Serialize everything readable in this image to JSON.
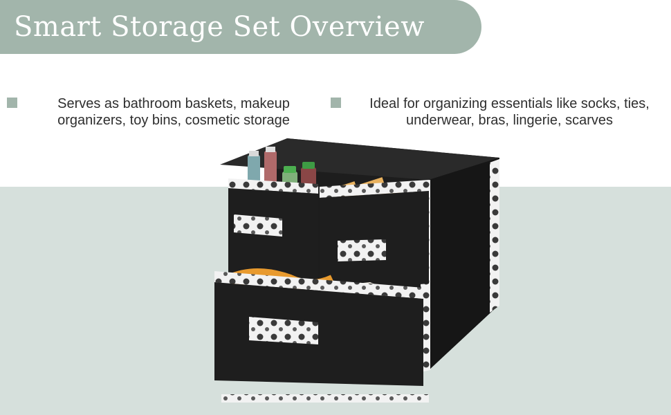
{
  "header": {
    "title": "Smart Storage Set Overview"
  },
  "features": [
    {
      "text": "Serves as bathroom baskets, makeup organizers, toy bins, cosmetic storage"
    },
    {
      "text": "Ideal for organizing essentials like socks, ties, underwear, bras, lingerie, scarves"
    }
  ],
  "colors": {
    "banner": "#a2b5ab",
    "bullet": "#a2b5ab",
    "band": "#d6e0dc",
    "fabric": "#1d1d1d",
    "trim": "#ffffff"
  },
  "icons": {
    "bullet": "square-bullet-icon"
  }
}
